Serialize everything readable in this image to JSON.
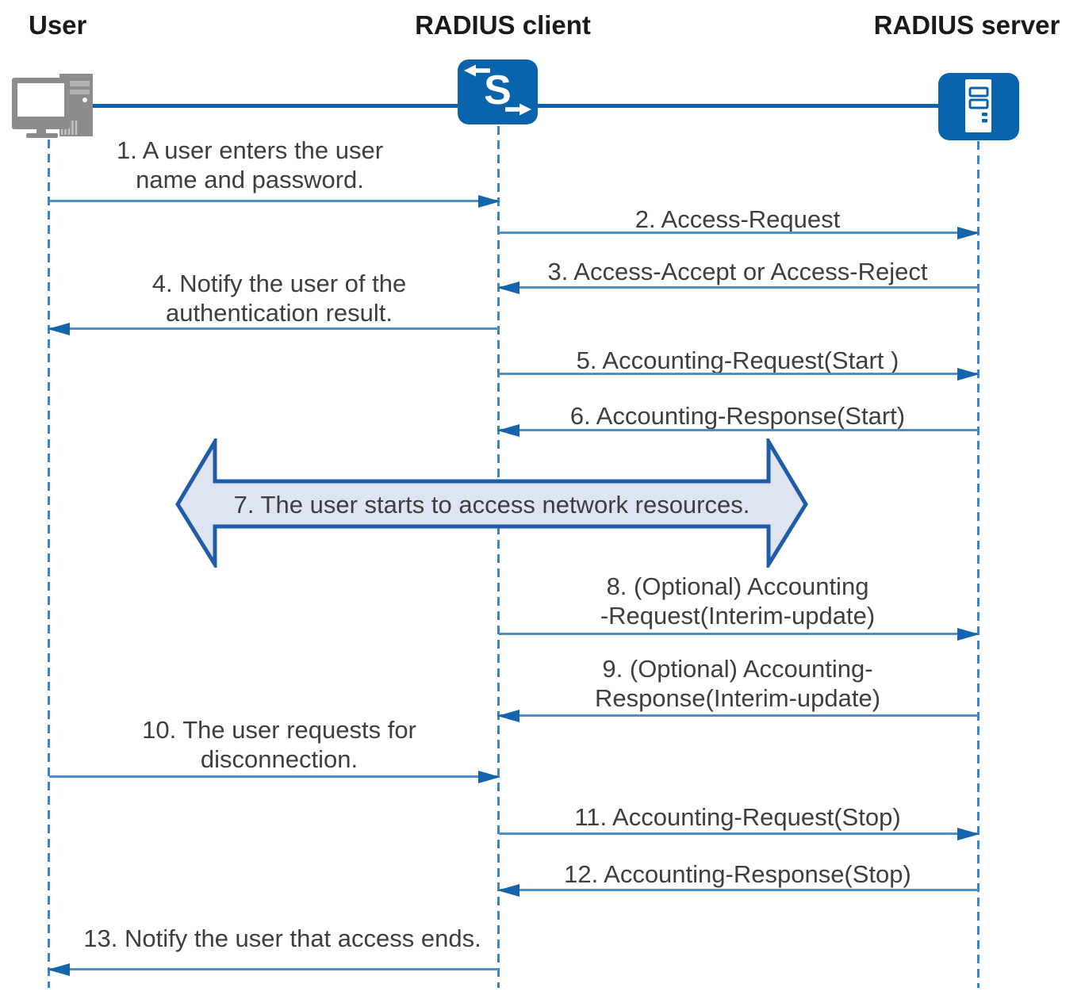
{
  "actors": {
    "user": {
      "label": "User",
      "icon": "desktop-computer-icon"
    },
    "client": {
      "label": "RADIUS client",
      "icon": "switch-icon"
    },
    "server": {
      "label": "RADIUS server",
      "icon": "server-icon"
    }
  },
  "messages": [
    {
      "num": 1,
      "from": "user",
      "to": "client",
      "lines": [
        "1. A user enters the user",
        "name and password."
      ]
    },
    {
      "num": 2,
      "from": "client",
      "to": "server",
      "lines": [
        "2. Access-Request"
      ]
    },
    {
      "num": 3,
      "from": "server",
      "to": "client",
      "lines": [
        "3. Access-Accept or Access-Reject"
      ]
    },
    {
      "num": 4,
      "from": "client",
      "to": "user",
      "lines": [
        "4. Notify the user of the",
        "authentication result."
      ]
    },
    {
      "num": 5,
      "from": "client",
      "to": "server",
      "lines": [
        "5. Accounting-Request(Start )"
      ]
    },
    {
      "num": 6,
      "from": "server",
      "to": "client",
      "lines": [
        "6. Accounting-Response(Start)"
      ]
    },
    {
      "num": 7,
      "from": "user",
      "to": "server",
      "type": "bidirectional-banner",
      "lines": [
        "7. The user starts to access network resources."
      ]
    },
    {
      "num": 8,
      "from": "client",
      "to": "server",
      "lines": [
        "8. (Optional) Accounting",
        "-Request(Interim-update)"
      ]
    },
    {
      "num": 9,
      "from": "server",
      "to": "client",
      "lines": [
        "9. (Optional) Accounting-",
        "Response(Interim-update)"
      ]
    },
    {
      "num": 10,
      "from": "user",
      "to": "client",
      "lines": [
        "10. The user requests for",
        "disconnection."
      ]
    },
    {
      "num": 11,
      "from": "client",
      "to": "server",
      "lines": [
        "11. Accounting-Request(Stop)"
      ]
    },
    {
      "num": 12,
      "from": "server",
      "to": "client",
      "lines": [
        "12. Accounting-Response(Stop)"
      ]
    },
    {
      "num": 13,
      "from": "client",
      "to": "user",
      "lines": [
        "13. Notify the user that access ends."
      ]
    }
  ],
  "colors": {
    "accent_blue": "#0A64AD",
    "arrow_blue": "#4C8EC6",
    "arrowhead_blue": "#1465AE",
    "lifeline_blue": "#3A85C5",
    "banner_fill": "#DEE4F1",
    "banner_border": "#1E5CA8",
    "text_gray": "#3E3E3E",
    "header_black": "#1A1A1A",
    "icon_gray": "#8C8C8C"
  }
}
